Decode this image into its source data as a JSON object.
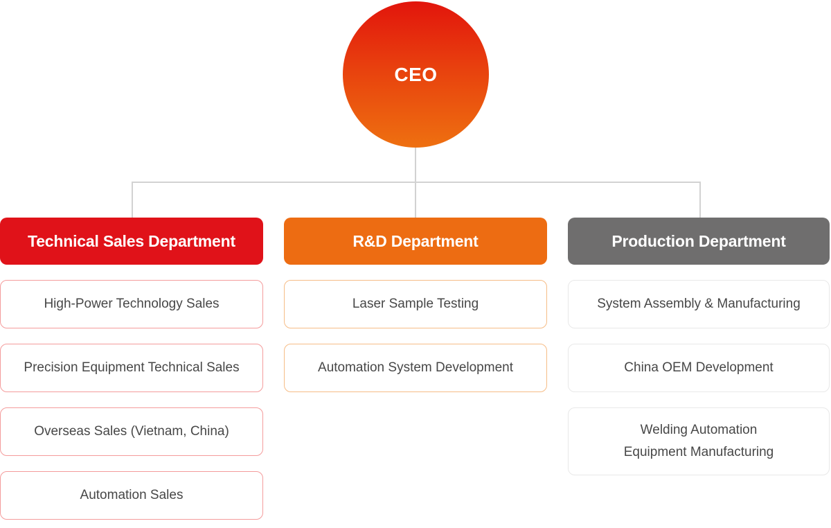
{
  "page": {
    "background": "#ffffff",
    "connector_color": "#d2d2d2",
    "item_text_color": "#474747"
  },
  "ceo": {
    "label": "CEO",
    "gradient_top": "#e2150c",
    "gradient_bottom": "#ee7010"
  },
  "departments": [
    {
      "id": "technical-sales",
      "label": "Technical Sales Department",
      "header_bg": "#e01219",
      "item_border": "#f49b9b",
      "items": [
        "High-Power Technology Sales",
        "Precision Equipment Technical Sales",
        "Overseas Sales (Vietnam, China)",
        "Automation Sales"
      ]
    },
    {
      "id": "rnd",
      "label": "R&D Department",
      "header_bg": "#ed6c12",
      "item_border": "#f6bc86",
      "items": [
        "Laser Sample Testing",
        "Automation System Development"
      ]
    },
    {
      "id": "production",
      "label": "Production Department",
      "header_bg": "#6f6e6e",
      "item_border": "#e8e8e8",
      "items": [
        "System Assembly & Manufacturing",
        "China OEM Development",
        "Welding Automation\nEquipment Manufacturing"
      ]
    }
  ]
}
